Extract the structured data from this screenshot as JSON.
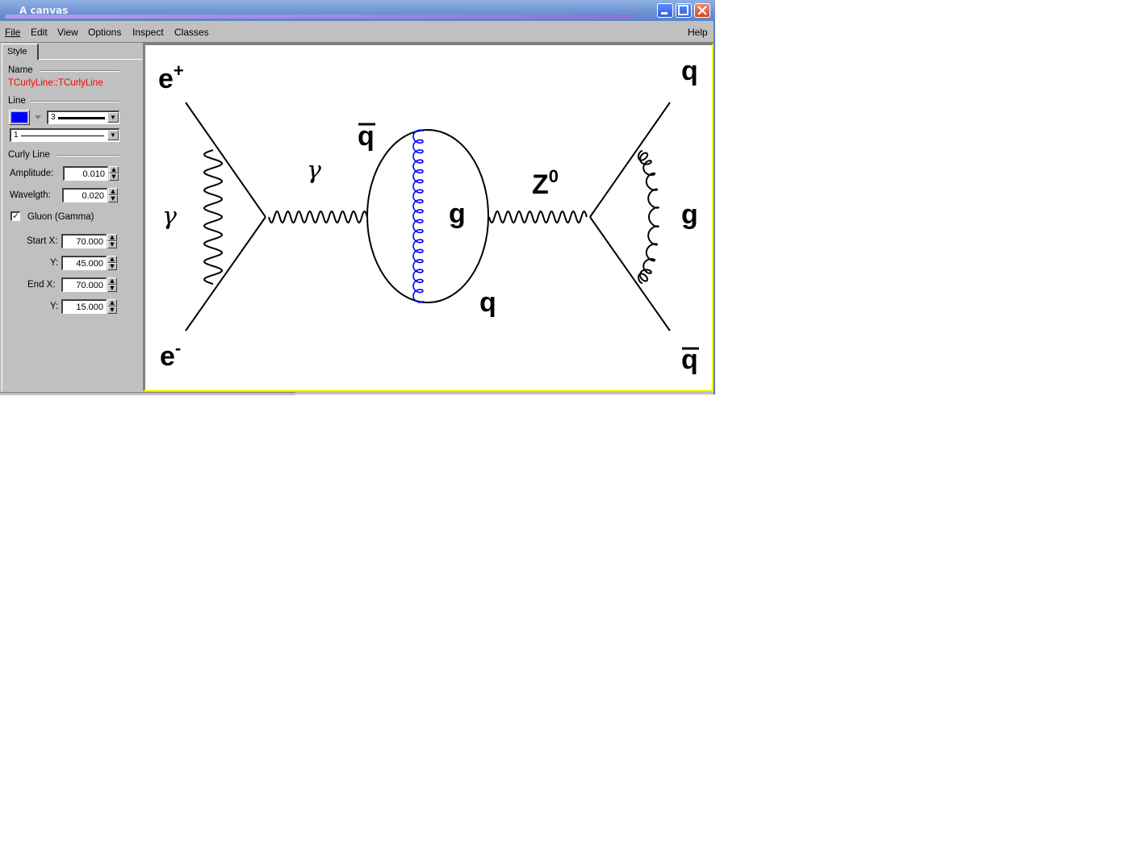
{
  "window": {
    "title": "A canvas",
    "menu": [
      "File",
      "Edit",
      "View",
      "Options",
      "Inspect",
      "Classes"
    ],
    "help": "Help"
  },
  "editor": {
    "tab": "Style",
    "name_section": "Name",
    "object_name": "TCurlyLine::TCurlyLine",
    "line_section": "Line",
    "line_color": "#0000ff",
    "line_width": "3",
    "line_style": "1",
    "curly_section": "Curly Line",
    "amplitude_label": "Amplitude:",
    "amplitude": "0.010",
    "wavelength_label": "Wavelgth:",
    "wavelength": "0.020",
    "gluon_label": "Gluon (Gamma)",
    "gluon_checked": true,
    "startx_label": "Start X:",
    "startx": "70.000",
    "starty_label": "Y:",
    "starty": "45.000",
    "endx_label": "End X:",
    "endx": "70.000",
    "endy_label": "Y:",
    "endy": "15.000"
  },
  "diagram": {
    "labels": {
      "e_plus": "e",
      "e_plus_sup": "+",
      "e_minus": "e",
      "e_minus_sup": "-",
      "gamma_left": "γ",
      "gamma_mid": "γ",
      "qbar_loop": "q",
      "g_loop": "g",
      "q_loop": "q",
      "z": "Z",
      "z_sup": "0",
      "q_out": "q",
      "g_out": "g",
      "qbar_out": "q"
    },
    "colors": {
      "gluon_selected": "#0000ff",
      "line": "#000000"
    }
  }
}
